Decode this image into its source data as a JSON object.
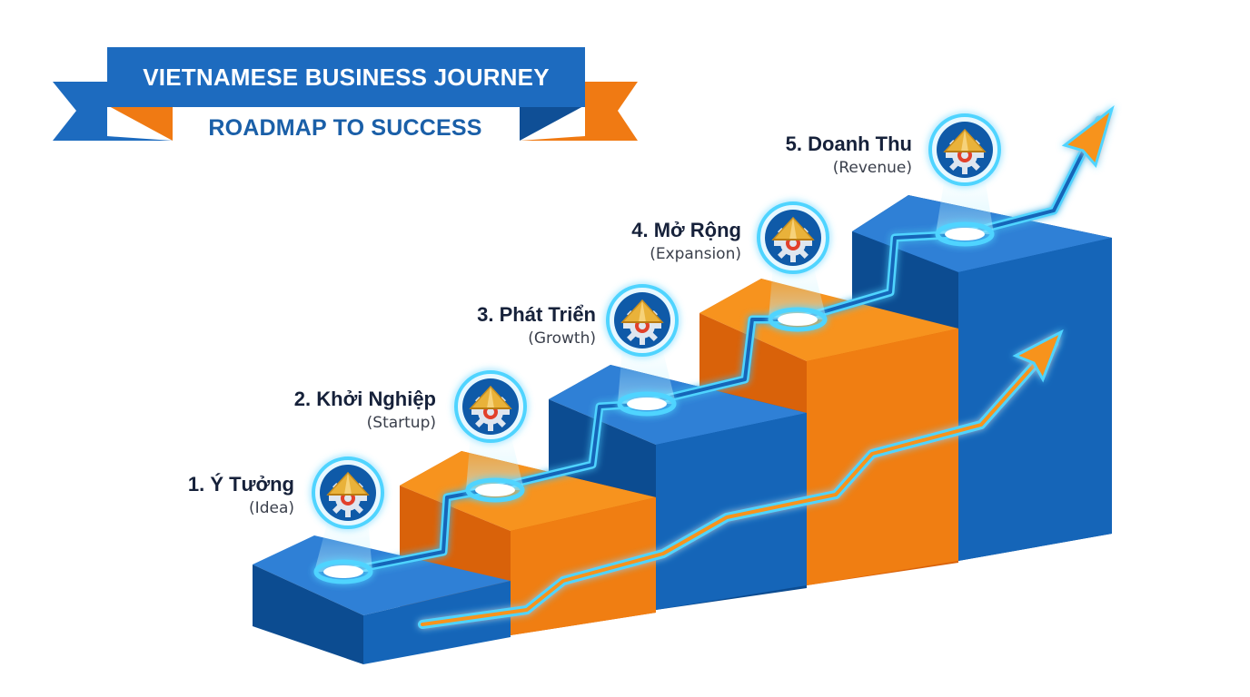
{
  "banner": {
    "title": "VIETNAMESE BUSINESS JOURNEY",
    "subtitle": "ROADMAP TO SUCCESS"
  },
  "steps": [
    {
      "number": "1.",
      "title": "1. Ý Tưởng",
      "subtitle": "(Idea)",
      "icon": "conical-hat-gear-icon"
    },
    {
      "number": "2.",
      "title": "2. Khởi Nghiệp",
      "subtitle": "(Startup)",
      "icon": "conical-hat-gear-icon"
    },
    {
      "number": "3.",
      "title": "3. Phát Triển",
      "subtitle": "(Growth)",
      "icon": "conical-hat-gear-icon"
    },
    {
      "number": "4.",
      "title": "4. Mở Rộng",
      "subtitle": "(Expansion)",
      "icon": "conical-hat-gear-icon"
    },
    {
      "number": "5.",
      "title": "5. Doanh Thu",
      "subtitle": "(Revenue)",
      "icon": "conical-hat-gear-icon"
    }
  ],
  "colors": {
    "blue_top": "#2f80d6",
    "blue_front": "#1565b8",
    "blue_side": "#0c4c91",
    "orange_top": "#f7931e",
    "orange_front": "#f07e12",
    "orange_side": "#d9620a",
    "banner_blue": "#1d6bbf",
    "banner_orange": "#f07a13",
    "glow": "#4fd4ff",
    "icon_bg": "#0f5aa8",
    "hat": "#e9b23a"
  }
}
